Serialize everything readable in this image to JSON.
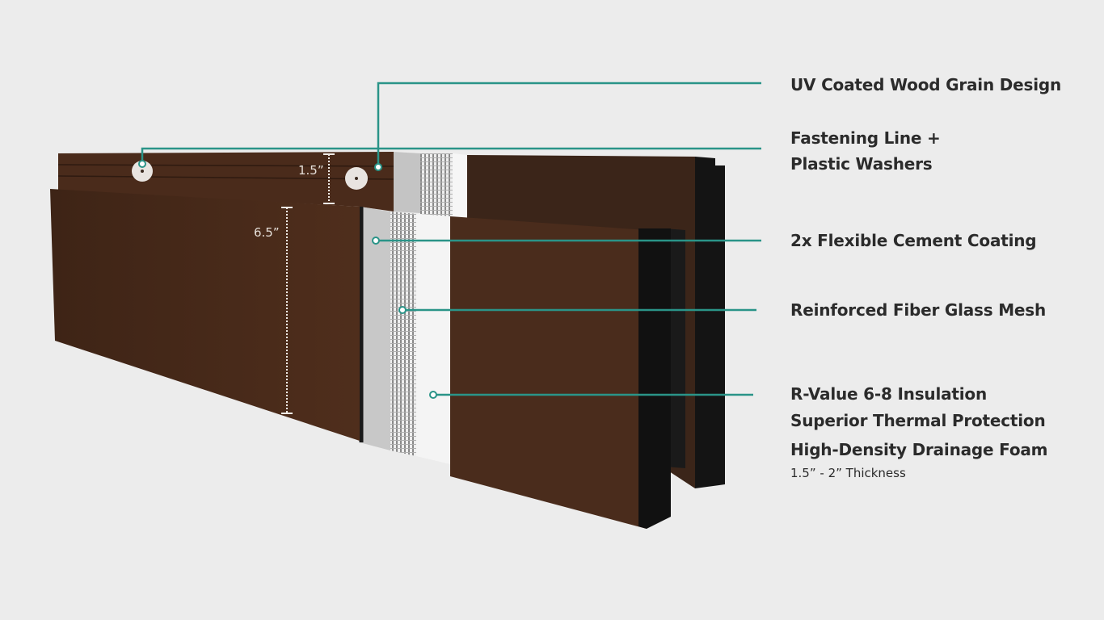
{
  "labels": {
    "uv": "UV Coated Wood Grain Design",
    "fastening_1": "Fastening Line +",
    "fastening_2": "Plastic Washers",
    "cement": "2x Flexible Cement Coating",
    "mesh": "Reinforced Fiber Glass Mesh",
    "insulation_1": "R-Value 6-8 Insulation",
    "insulation_2": "Superior Thermal Protection",
    "insulation_3": "High-Density Drainage Foam",
    "thickness": "1.5” - 2” Thickness"
  },
  "dimensions": {
    "top_panel": "1.5”",
    "front_panel": "6.5”"
  },
  "colors": {
    "callout": "#2a9488",
    "wood": "#4a2a1a",
    "background": "#ececec"
  }
}
